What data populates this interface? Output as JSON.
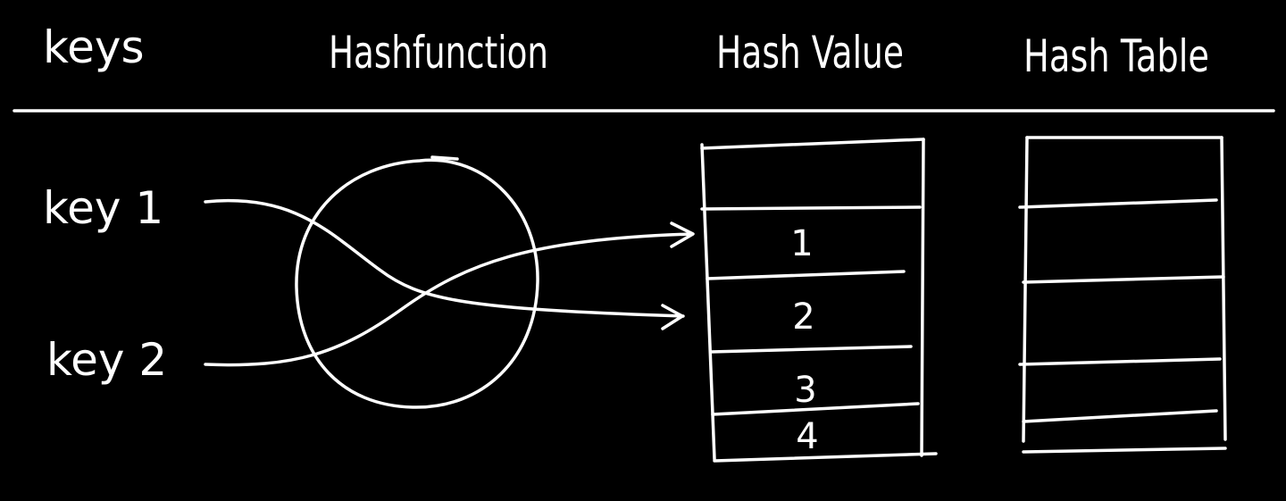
{
  "headers": {
    "keys": "keys",
    "hash_function": "Hashfunction",
    "hash_value": "Hash Value",
    "hash_table": "Hash Table"
  },
  "keys": [
    "key 1",
    "key 2"
  ],
  "hash_values": [
    "1",
    "2",
    "3",
    "4"
  ],
  "colors": {
    "background": "#000000",
    "ink": "#ffffff"
  }
}
